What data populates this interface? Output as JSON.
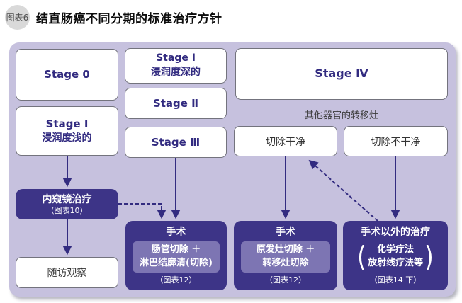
{
  "header": {
    "badge": "图表6",
    "title": "结直肠癌不同分期的标准治疗方针"
  },
  "colors": {
    "panel_bg": "#c6c1de",
    "dark_box": "#3d3487",
    "inner_box": "#7d75b3",
    "stage_text": "#322b80",
    "arrow": "#332c80"
  },
  "stages": {
    "stage0": "Stage 0",
    "stage1_shallow": [
      "Stage Ⅰ",
      "浸润度浅的"
    ],
    "stage1_deep": [
      "Stage Ⅰ",
      "浸润度深的"
    ],
    "stage2": "Stage Ⅱ",
    "stage3": "Stage Ⅲ",
    "stage4": "Stage Ⅳ"
  },
  "metastasis_label": "其他器官的转移灶",
  "resect_clean": "切除干净",
  "resect_unclean": "切除不干净",
  "endoscopy": {
    "title": "内窥镜治疗",
    "ref": "（图表10）"
  },
  "followup": "随访观察",
  "surgery1": {
    "title": "手术",
    "detail_line1": "肠管切除 ＋",
    "detail_line2": "淋巴结廓清(切除)",
    "ref": "（图表12）"
  },
  "surgery2": {
    "title": "手术",
    "detail_line1": "原发灶切除 ＋",
    "detail_line2": "转移灶切除",
    "ref": "（图表12）"
  },
  "non_surgery": {
    "title": "手术以外的治疗",
    "line1": "化学疗法",
    "line2": "放射线疗法等",
    "paren_open": "(",
    "paren_close": ")",
    "ref": "（图表14 下）"
  }
}
